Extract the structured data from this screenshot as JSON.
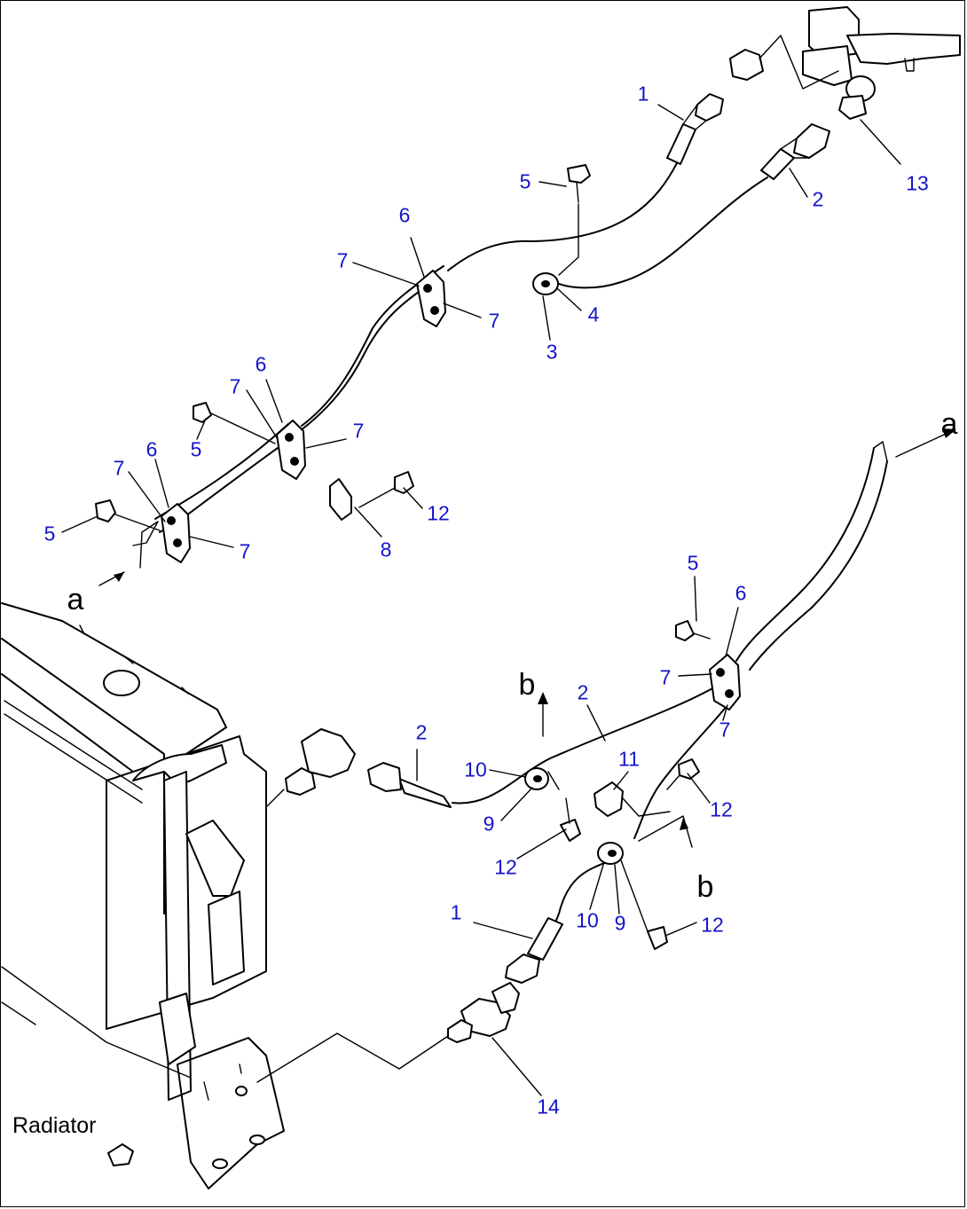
{
  "caption": "Radiator",
  "refs": [
    {
      "id": "a-top",
      "text": "a"
    },
    {
      "id": "a-left",
      "text": "a"
    },
    {
      "id": "b-left",
      "text": "b"
    },
    {
      "id": "b-right",
      "text": "b"
    }
  ],
  "callouts": [
    {
      "id": "c1",
      "text": "1"
    },
    {
      "id": "c2",
      "text": "2"
    },
    {
      "id": "c3",
      "text": "13"
    },
    {
      "id": "c4",
      "text": "5"
    },
    {
      "id": "c5",
      "text": "6"
    },
    {
      "id": "c6",
      "text": "7"
    },
    {
      "id": "c7",
      "text": "7"
    },
    {
      "id": "c8",
      "text": "4"
    },
    {
      "id": "c9",
      "text": "3"
    },
    {
      "id": "c10",
      "text": "6"
    },
    {
      "id": "c11",
      "text": "7"
    },
    {
      "id": "c12",
      "text": "7"
    },
    {
      "id": "c13",
      "text": "5"
    },
    {
      "id": "c14",
      "text": "7"
    },
    {
      "id": "c15",
      "text": "6"
    },
    {
      "id": "c16",
      "text": "12"
    },
    {
      "id": "c17",
      "text": "5"
    },
    {
      "id": "c18",
      "text": "7"
    },
    {
      "id": "c19",
      "text": "8"
    },
    {
      "id": "c20",
      "text": "5"
    },
    {
      "id": "c21",
      "text": "6"
    },
    {
      "id": "c22",
      "text": "7"
    },
    {
      "id": "c23",
      "text": "7"
    },
    {
      "id": "c24",
      "text": "2"
    },
    {
      "id": "c25",
      "text": "2"
    },
    {
      "id": "c26",
      "text": "10"
    },
    {
      "id": "c27",
      "text": "9"
    },
    {
      "id": "c28",
      "text": "12"
    },
    {
      "id": "c29",
      "text": "11"
    },
    {
      "id": "c30",
      "text": "12"
    },
    {
      "id": "c31",
      "text": "1"
    },
    {
      "id": "c32",
      "text": "10"
    },
    {
      "id": "c33",
      "text": "9"
    },
    {
      "id": "c34",
      "text": "12"
    },
    {
      "id": "c35",
      "text": "14"
    }
  ]
}
